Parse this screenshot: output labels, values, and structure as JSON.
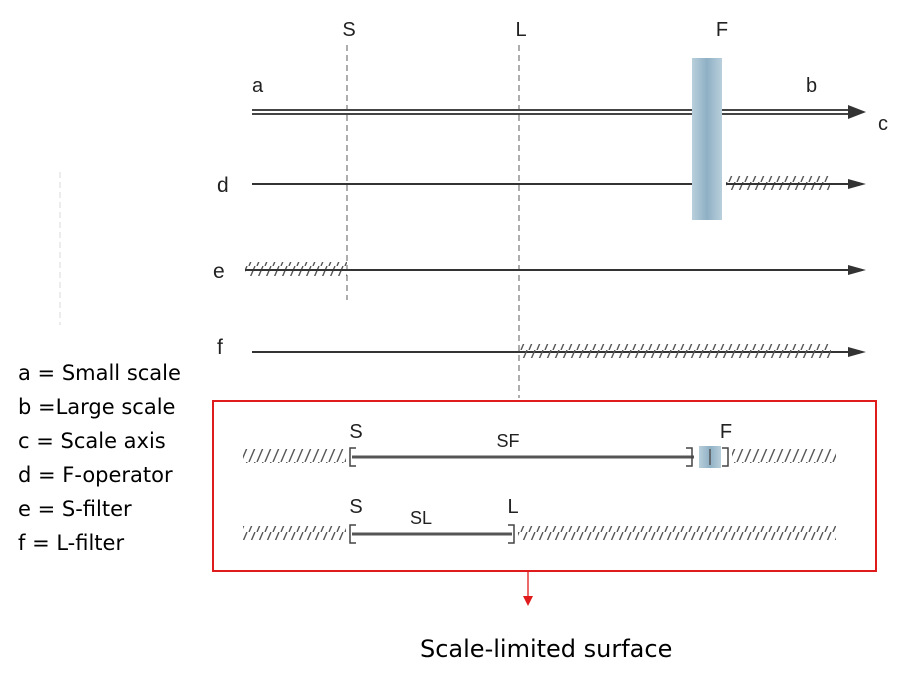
{
  "top_labels": {
    "s": "S",
    "l": "L",
    "f": "F"
  },
  "row_labels": {
    "a": "a",
    "b": "b",
    "c": "c",
    "d": "d",
    "e": "e",
    "f": "f"
  },
  "box": {
    "sf": {
      "s": "S",
      "label": "SF",
      "f": "F"
    },
    "sl": {
      "s": "S",
      "label": "SL",
      "l": "L"
    },
    "border_color": "#e01b1b"
  },
  "legend": [
    "a = Small scale",
    "b =Large scale",
    "c = Scale axis",
    "d = F-operator",
    "e = S-filter",
    "f = L-filter"
  ],
  "caption": "Scale-limited surface"
}
